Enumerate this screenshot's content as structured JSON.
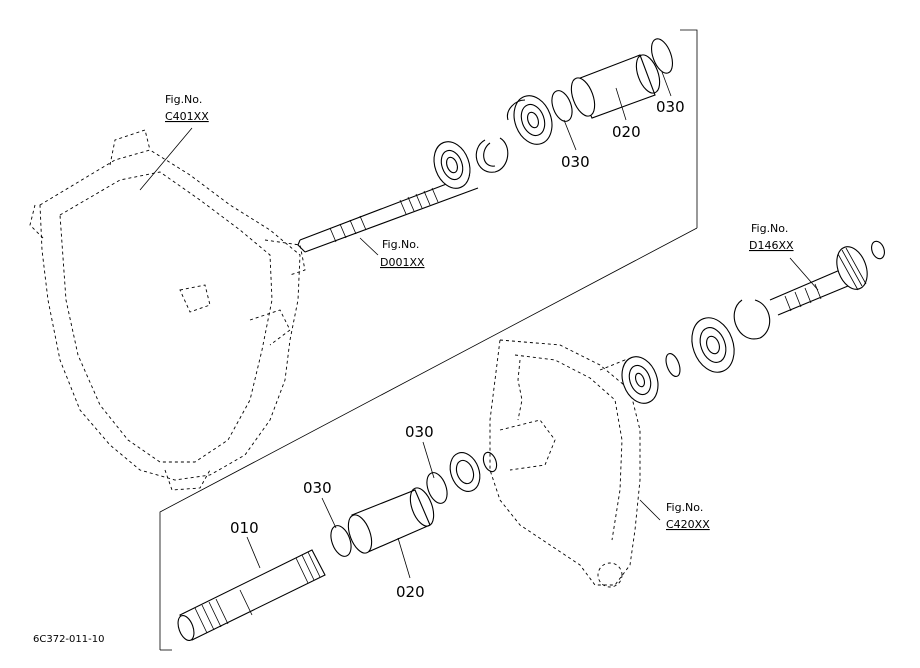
{
  "figure_refs": {
    "upper_left_case": {
      "line1": "Fig.No.",
      "line2": "C401XX"
    },
    "upper_shaft": {
      "line1": "Fig.No.",
      "line2": "D001XX"
    },
    "right_shaft": {
      "line1": "Fig.No.",
      "line2": "D146XX"
    },
    "lower_right_case": {
      "line1": "Fig.No.",
      "line2": "C420XX"
    }
  },
  "part_labels": {
    "upper_oring_right": "030",
    "upper_oring_left": "030",
    "upper_collar": "020",
    "lower_oring_upper": "030",
    "lower_oring_lower": "030",
    "lower_shaft": "010",
    "lower_collar": "020"
  },
  "drawing_code": "6C372-011-10"
}
